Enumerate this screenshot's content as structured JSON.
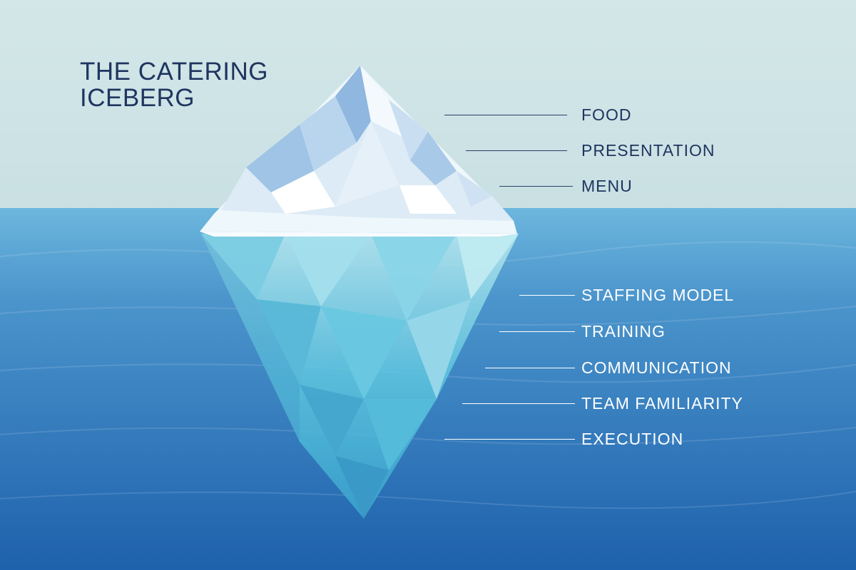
{
  "title": {
    "line1": "THE CATERING",
    "line2": "ICEBERG"
  },
  "above_water": {
    "items": [
      {
        "label": "FOOD"
      },
      {
        "label": "PRESENTATION"
      },
      {
        "label": "MENU"
      }
    ]
  },
  "below_water": {
    "items": [
      {
        "label": "STAFFING MODEL"
      },
      {
        "label": "TRAINING"
      },
      {
        "label": "COMMUNICATION"
      },
      {
        "label": "TEAM FAMILIARITY"
      },
      {
        "label": "EXECUTION"
      }
    ]
  },
  "colors": {
    "sky": "#cfe5e6",
    "water_top": "#5aa9d6",
    "water_deep": "#1f63ad",
    "title_text": "#1f3560",
    "label_above": "#1f3560",
    "label_below": "#ffffff"
  }
}
